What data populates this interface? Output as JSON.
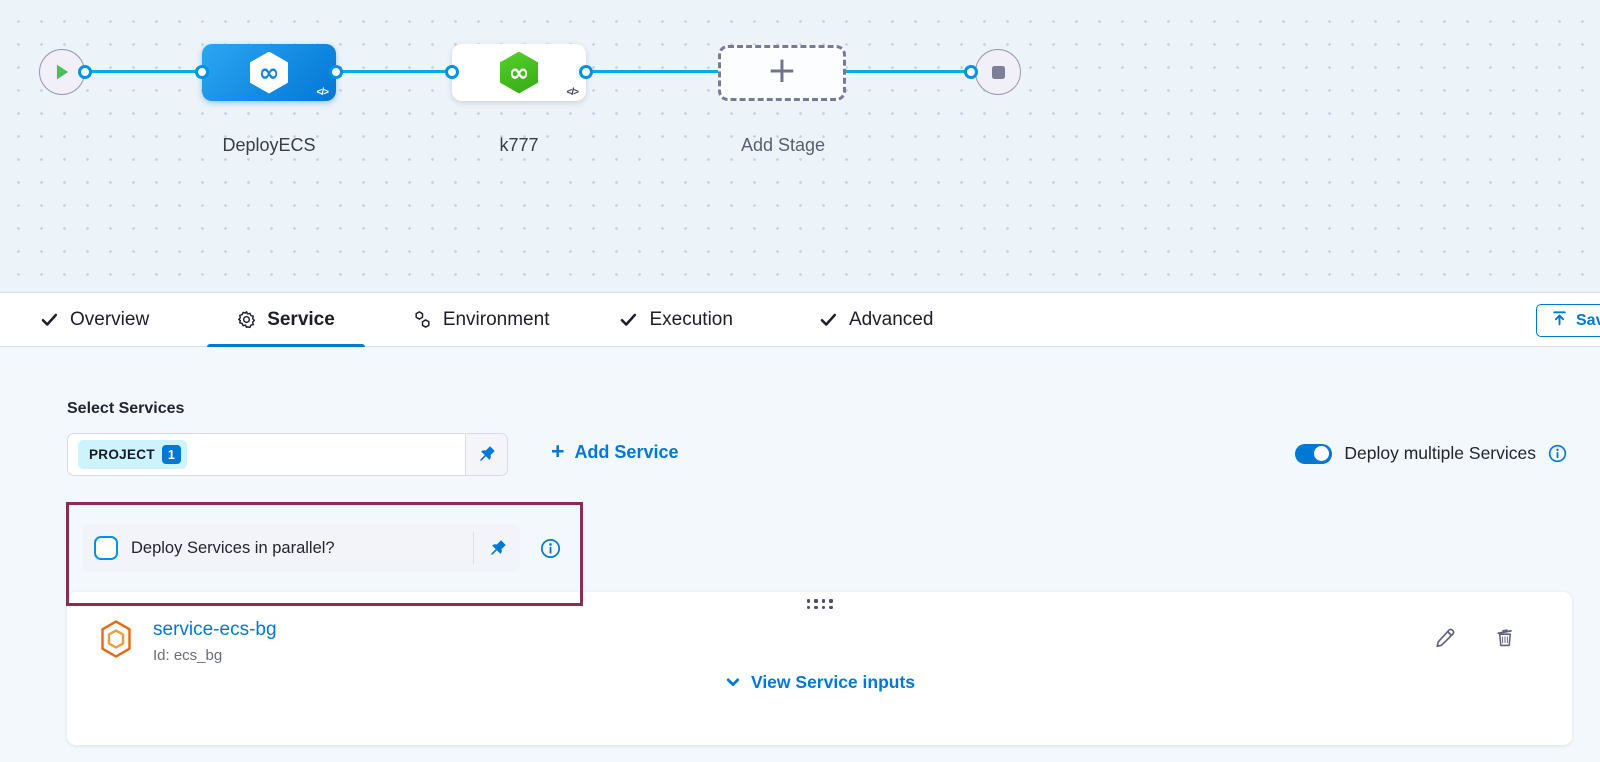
{
  "theme": {
    "accent_blue": "#0278d5",
    "connector_blue": "#00ade4",
    "node_green": "#42ba24",
    "highlight_maroon": "#8d2c4f"
  },
  "canvas": {
    "stages": [
      {
        "label": "DeployECS"
      },
      {
        "label": "k777"
      },
      {
        "label": "Add Stage"
      }
    ]
  },
  "tabs": [
    {
      "label": "Overview"
    },
    {
      "label": "Service"
    },
    {
      "label": "Environment"
    },
    {
      "label": "Execution"
    },
    {
      "label": "Advanced"
    }
  ],
  "toolbar": {
    "save_label": "Save"
  },
  "services_panel": {
    "select_services_label": "Select Services",
    "project_chip": {
      "label": "PROJECT",
      "count": "1"
    },
    "add_service_label": "Add Service",
    "deploy_multiple_label": "Deploy multiple Services",
    "deploy_multiple_on": true,
    "deploy_parallel_label": "Deploy Services in parallel?",
    "deploy_parallel_checked": false
  },
  "service_card": {
    "name": "service-ecs-bg",
    "id": "Id: ecs_bg",
    "view_inputs_label": "View Service inputs"
  },
  "glyphs": {
    "infinity": "∞",
    "code": "</>",
    "plus": "+"
  }
}
